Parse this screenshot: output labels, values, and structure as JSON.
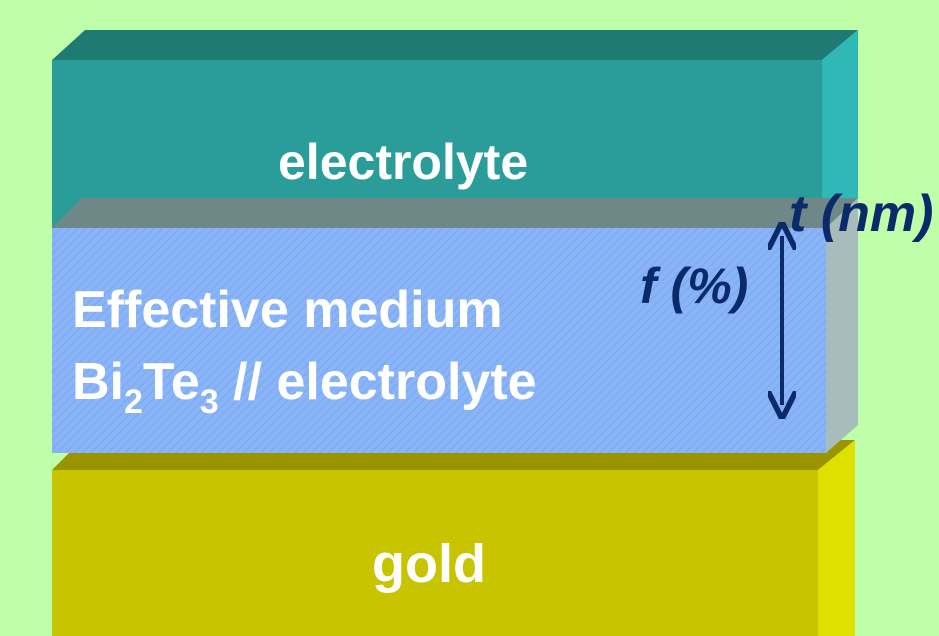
{
  "layers": {
    "top": {
      "label": "electrolyte"
    },
    "middle": {
      "line1": "Effective medium",
      "line2_parts": [
        "Bi",
        "2",
        "Te",
        "3",
        " // electrolyte"
      ]
    },
    "bottom": {
      "label": "gold"
    }
  },
  "annotations": {
    "fraction": "f (%)",
    "thickness": "t (nm)"
  },
  "colors": {
    "background": "#c0ffaa",
    "electrolyte": "#2a9d9b",
    "effective_medium": "#8ab4f8",
    "gold": "#c8c400",
    "annotation": "#0a2a6a"
  }
}
